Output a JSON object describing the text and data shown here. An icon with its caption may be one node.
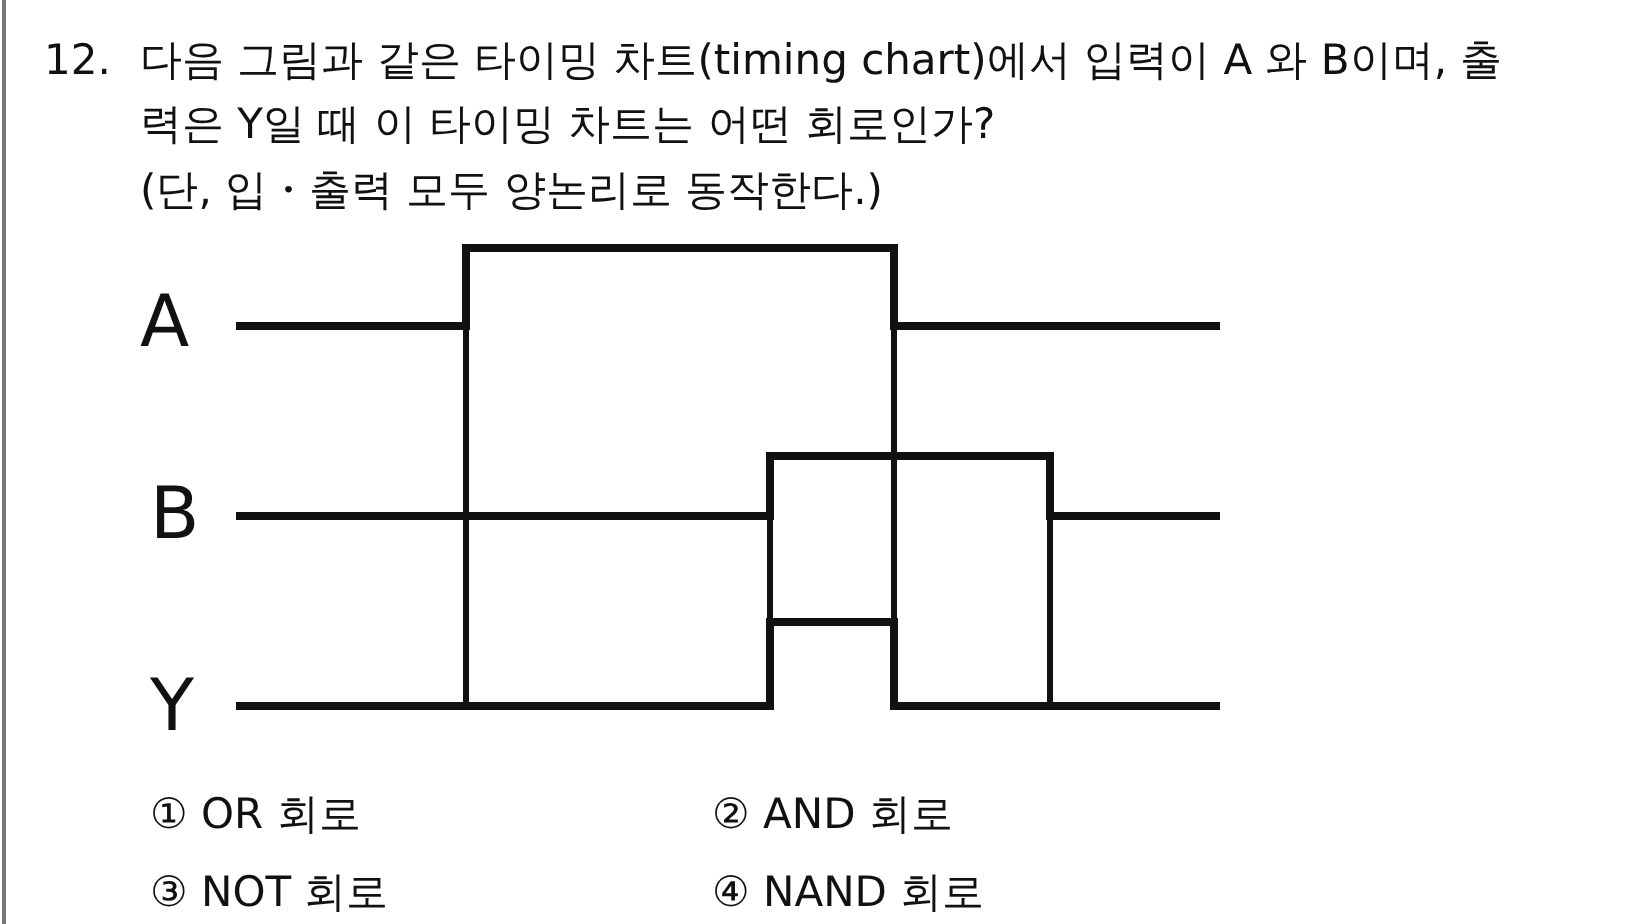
{
  "diagram": {
    "labels": [
      "12.",
      "다음 그림과 같은 타이밍 차트(timing chart)에서 입력이 A 와 B이며, 출력은 Y일 때 이 타이밍 차트는 어떤 회로인가?",
      "(단, 입・출력 모두 양논리로 동작한다.)",
      "A",
      "B",
      "Y",
      "① OR 회로",
      "② AND 회로",
      "③ NOT 회로",
      "④ NAND 회로"
    ]
  }
}
